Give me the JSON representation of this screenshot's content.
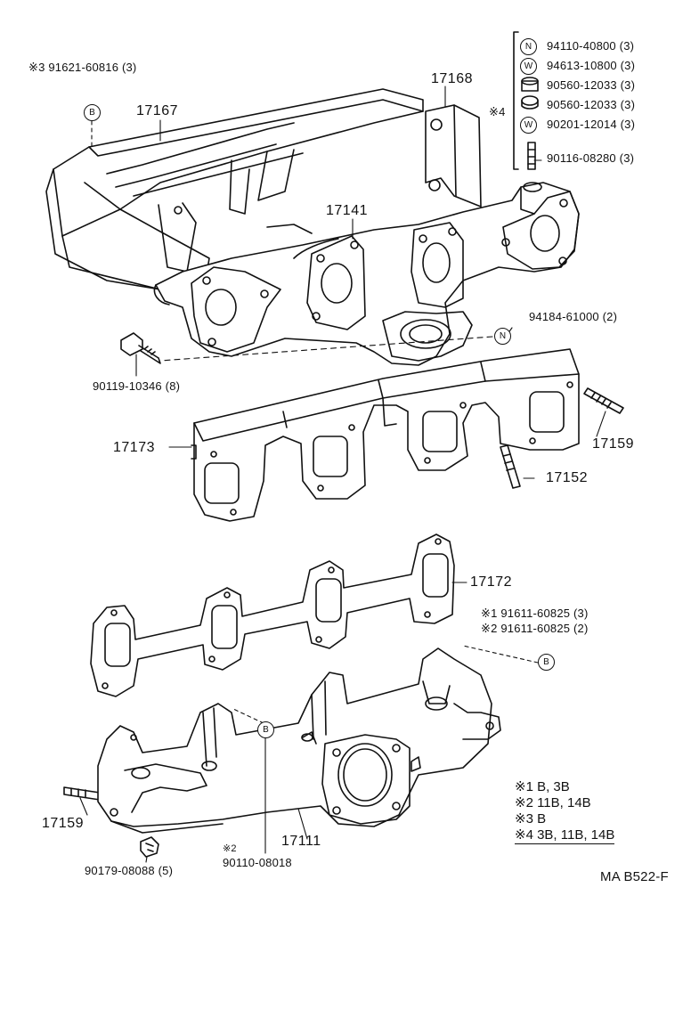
{
  "diagram": {
    "code": "MA B522-F",
    "parts": {
      "p17167": "17167",
      "p17168": "17168",
      "p17141": "17141",
      "p17173": "17173",
      "p17159_right": "17159",
      "p17152": "17152",
      "p17172": "17172",
      "p17159_left": "17159",
      "p17111": "17111"
    },
    "fasteners": {
      "f_91621": "※3 91621-60816 (3)",
      "f_94110": "94110-40800 (3)",
      "f_94613": "94613-10800 (3)",
      "f_90560a": "90560-12033 (3)",
      "f_90560b": "90560-12033 (3)",
      "f_90201": "90201-12014 (3)",
      "f_90116": "90116-08280 (3)",
      "f_94184": "94184-61000 (2)",
      "f_90119": "90119-10346 (8)",
      "f_91611a": "※1 91611-60825 (3)",
      "f_91611b": "※2 91611-60825 (2)",
      "f_90179": "90179-08088 (5)",
      "f_90110_mark": "※2",
      "f_90110": "90110-08018"
    },
    "group_mark": "※4",
    "symbols": {
      "b": "B",
      "n": "N",
      "w": "W"
    },
    "notes": [
      "※1 B, 3B",
      "※2 11B, 14B",
      "※3 B",
      "※4 3B, 11B, 14B"
    ]
  }
}
